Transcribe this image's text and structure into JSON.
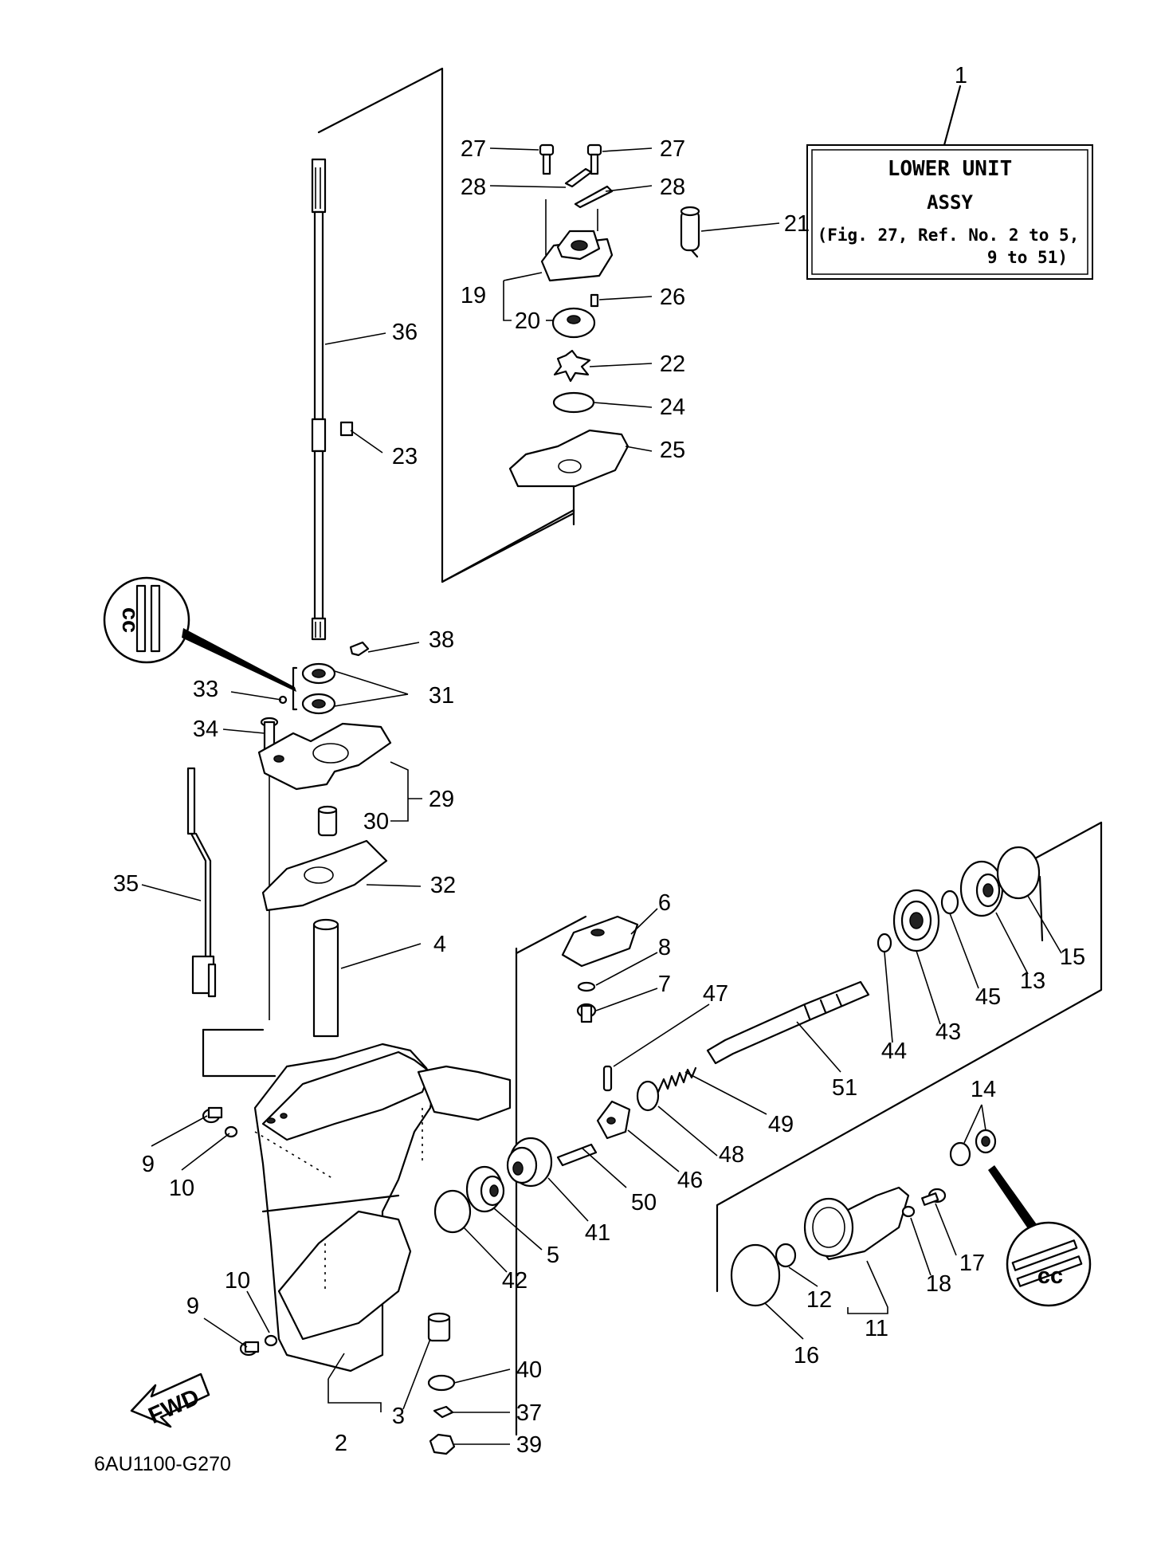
{
  "diagram_code": "6AU1100-G270",
  "reference_box": {
    "number": "1",
    "line1": "LOWER UNIT",
    "line2": "ASSY",
    "line3": "(Fig. 27, Ref. No. 2 to 5,",
    "line4": "9 to 51)"
  },
  "fwd_label": "FWD",
  "grease_symbol": "cc",
  "callouts": [
    "1",
    "2",
    "3",
    "4",
    "5",
    "6",
    "7",
    "8",
    "9",
    "10",
    "11",
    "12",
    "13",
    "14",
    "15",
    "16",
    "17",
    "18",
    "19",
    "20",
    "21",
    "22",
    "23",
    "24",
    "25",
    "26",
    "27",
    "28",
    "29",
    "30",
    "31",
    "32",
    "33",
    "34",
    "35",
    "36",
    "37",
    "38",
    "39",
    "40",
    "41",
    "42",
    "43",
    "44",
    "45",
    "46",
    "47",
    "48",
    "49",
    "50",
    "51"
  ]
}
